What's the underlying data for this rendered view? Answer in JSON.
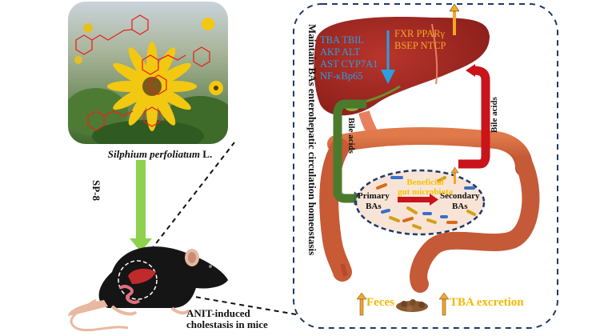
{
  "figure": {
    "type": "graphical-abstract",
    "plant": {
      "name_italic": "Silphium perfoliatum",
      "name_suffix": "L.",
      "image": "sunflower-field-photo-with-red-chemical-structure-overlay"
    },
    "treatment": {
      "label": "SP-8",
      "arrow_color": "#8dd14f"
    },
    "model": {
      "line1": "ANIT-induced",
      "line2": "cholestasis in mice"
    },
    "mechanism_panel": {
      "title": "Maintain BAs enterohepatic circulation homeostasis",
      "border_color": "#1f3a68",
      "down_markers": {
        "color": "#2b9fe0",
        "lines": [
          "TBA  TBIL",
          "AKP  ALT",
          "AST CYP7A1",
          "NF-κBp65"
        ]
      },
      "up_markers": {
        "color": "#f5a623",
        "lines": [
          "FXR PPARγ",
          "BSEP NTCP"
        ]
      },
      "bile_acids_left": "Bile acids",
      "bile_acids_right": "Bile acids",
      "microbiota": {
        "primary": [
          "Primary",
          "BAs"
        ],
        "secondary": [
          "Secondary",
          "BAs"
        ],
        "label": [
          "Beneficial",
          "gut microbiota"
        ],
        "label_color": "#f5c200"
      },
      "outputs": {
        "feces": "Feces",
        "tba_excretion": "TBA excretion",
        "color": "#f5b800"
      }
    }
  }
}
